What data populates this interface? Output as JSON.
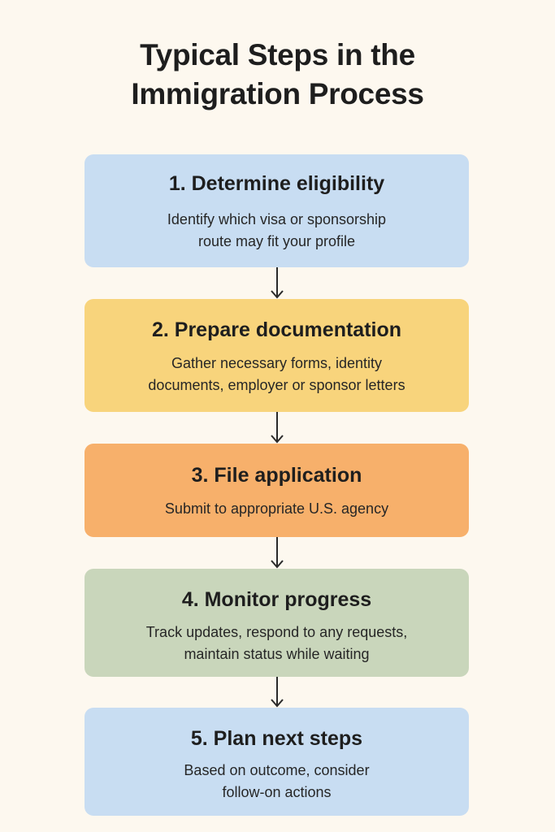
{
  "title": {
    "line1": "Typical Steps in the",
    "line2": "Immigration Process"
  },
  "colors": {
    "background": "#fdf8ef",
    "step1": "#c8ddf2",
    "step2": "#f8d47c",
    "step3": "#f7b06b",
    "step4": "#c9d6bb",
    "step5": "#c8ddf2",
    "arrow": "#2a2a2a"
  },
  "steps": [
    {
      "number": "1",
      "title": "1. Determine eligibility",
      "desc_line1": "Identify which visa or sponsorship",
      "desc_line2": "route may fit your profile"
    },
    {
      "number": "2",
      "title": "2. Prepare documentation",
      "desc_line1": "Gather necessary forms, identity",
      "desc_line2": "documents, employer or sponsor letters"
    },
    {
      "number": "3",
      "title": "3. File application",
      "desc_line1": "Submit to appropriate U.S. agency",
      "desc_line2": ""
    },
    {
      "number": "4",
      "title": "4. Monitor progress",
      "desc_line1": "Track updates, respond to any requests,",
      "desc_line2": "maintain status while waiting"
    },
    {
      "number": "5",
      "title": "5. Plan next steps",
      "desc_line1": "Based on outcome, consider",
      "desc_line2": "follow-on actions"
    }
  ],
  "connectors": [
    {
      "from": "1",
      "to": "2",
      "icon": "arrow-down-icon"
    },
    {
      "from": "2",
      "to": "3",
      "icon": "arrow-down-icon"
    },
    {
      "from": "3",
      "to": "4",
      "icon": "arrow-down-icon"
    },
    {
      "from": "4",
      "to": "5",
      "icon": "arrow-down-icon"
    }
  ]
}
